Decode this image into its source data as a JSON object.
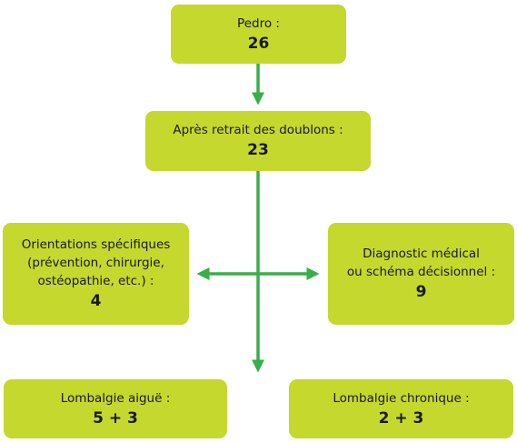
{
  "diagram": {
    "colors": {
      "box_fill": "#c4d82e",
      "arrow": "#3aae4a",
      "text": "#1a1a1a"
    },
    "nodes": {
      "source": {
        "label": "Pedro :",
        "value": "26"
      },
      "dedup": {
        "label": "Après retrait des doublons :",
        "value": "23"
      },
      "specific": {
        "label_lines": [
          "Orientations spécifiques",
          "(prévention, chirurgie,",
          "ostéopathie, etc.) :"
        ],
        "value": "4"
      },
      "diagnostic": {
        "label_lines": [
          "Diagnostic médical",
          "ou schéma décisionnel :"
        ],
        "value": "9"
      },
      "acute": {
        "label": "Lombalgie aiguë :",
        "value": "5 + 3"
      },
      "chronic": {
        "label": "Lombalgie chronique :",
        "value": "2 + 3"
      }
    }
  }
}
